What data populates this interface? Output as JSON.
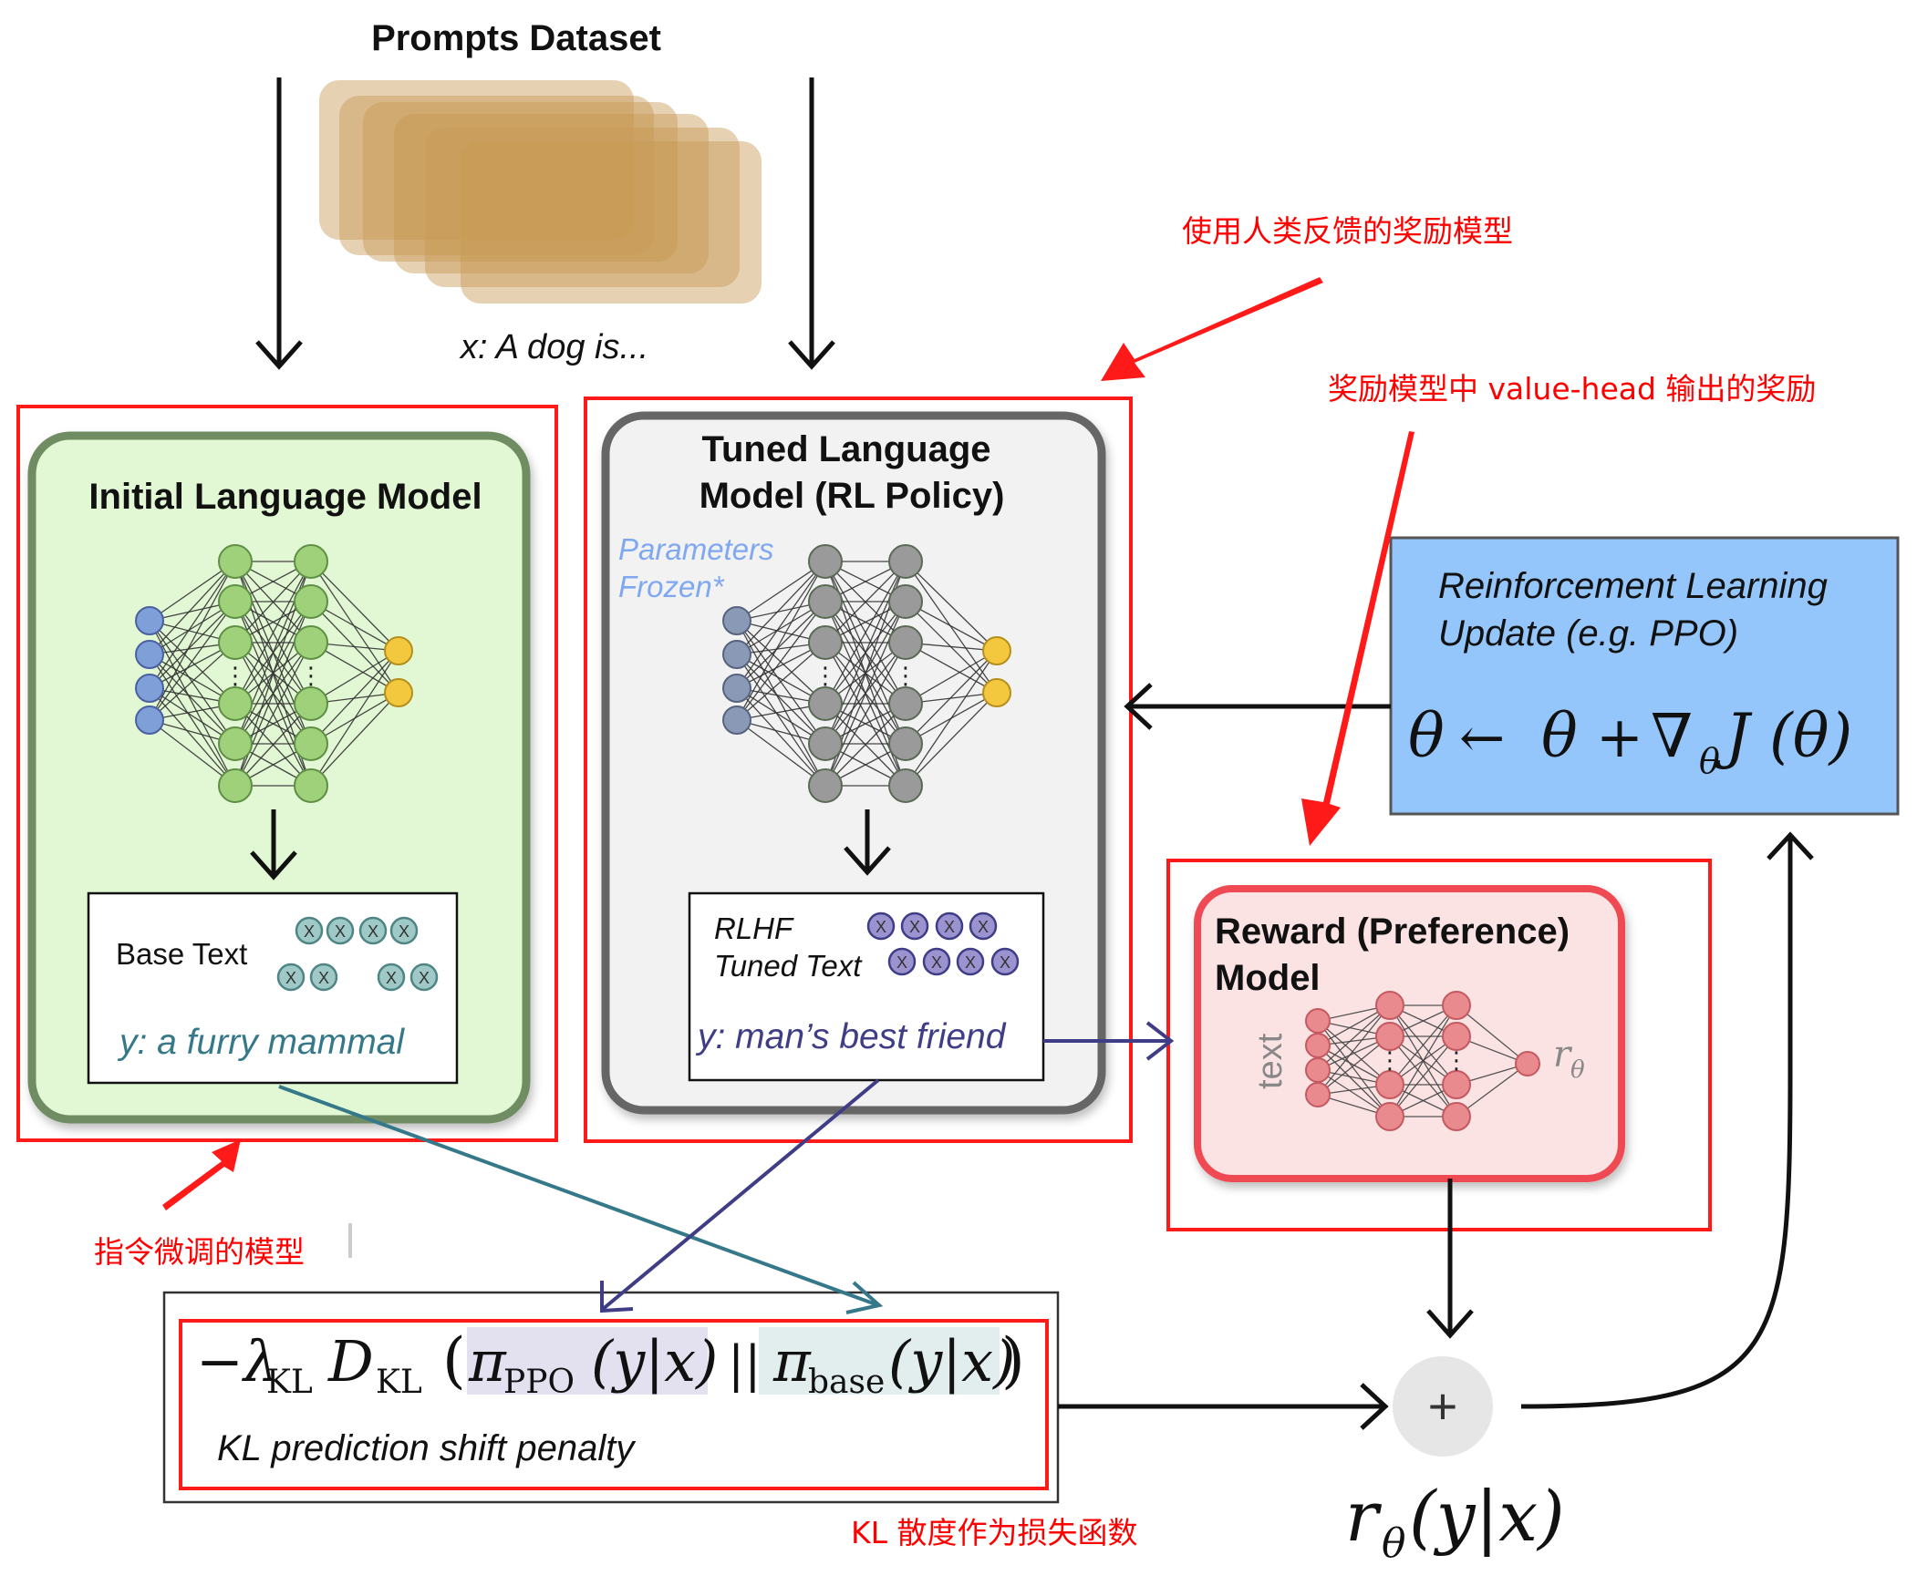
{
  "title": "Prompts Dataset",
  "prompt_example": "x: A dog is...",
  "initial_model": {
    "title": "Initial Language Model",
    "output_label": "Base Text",
    "output_example": "y: a furry mammal",
    "token_glyph": "X"
  },
  "tuned_model": {
    "title_line1": "Tuned Language",
    "title_line2": "Model (RL Policy)",
    "frozen_line1": "Parameters",
    "frozen_line2": "Frozen*",
    "output_label_line1": "RLHF",
    "output_label_line2": "Tuned Text",
    "output_example": "y: man’s best friend"
  },
  "rl_update": {
    "title_line1": "Reinforcement Learning",
    "title_line2": "Update (e.g. PPO)",
    "formula": {
      "theta": "θ",
      "arrow": "←",
      "plus": "+",
      "nabla": "∇",
      "sub": "θ",
      "j": "J",
      "arg": "(θ)"
    }
  },
  "reward_model": {
    "title_line1": "Reward (Preference)",
    "title_line2": "Model",
    "input_label": "text",
    "output_symbol": "r",
    "output_sub": "θ"
  },
  "kl_box": {
    "formula": {
      "minus_lambda": "−λ",
      "kl": "KL",
      "d": "D",
      "open": "(",
      "pi": "π",
      "ppo": "PPO",
      "yx": "(y|x)",
      "sep": "||",
      "base": "base",
      "close": ")"
    },
    "caption": "KL prediction shift penalty"
  },
  "sum_node": {
    "symbol": "+"
  },
  "final_reward": {
    "r": "r",
    "sub": "θ",
    "arg": "(y|x)"
  },
  "annotations": {
    "reward_model_human": "使用人类反馈的奖励模型",
    "value_head": "奖励模型中 value-head 输出的奖励",
    "instruction_tuned": "指令微调的模型",
    "kl_loss": "KL 散度作为损失函数"
  },
  "colors": {
    "annotation_red": "#ff0000",
    "initial_fill": "#e2f8d4",
    "initial_border": "#6f8c62",
    "tuned_fill": "#f2f2f2",
    "tuned_border": "#666666",
    "rl_fill": "#95c6fb",
    "reward_fill": "#fbe3e4",
    "reward_border": "#ef4a52",
    "prompt_card": "#c89a55",
    "teal_text": "#357889",
    "indigo_text": "#3f3d86",
    "frozen_text": "#7fa8f0"
  }
}
